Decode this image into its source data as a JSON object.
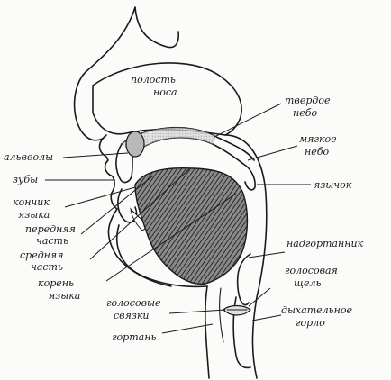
{
  "labels": {
    "nasal_cavity": [
      "полость",
      "носа"
    ],
    "hard_palate": [
      "твердое",
      "небо"
    ],
    "soft_palate": [
      "мягкое",
      "небо"
    ],
    "alveoli": "альвеолы",
    "teeth": "зубы",
    "uvula": "язычок",
    "tongue_tip": [
      "кончик",
      "языка"
    ],
    "front_part": [
      "передняя",
      "часть"
    ],
    "middle_part": [
      "средняя",
      "часть"
    ],
    "tongue_root": [
      "корень",
      "языка"
    ],
    "epiglottis": "надгортанник",
    "glottis": [
      "голосовая",
      "щель"
    ],
    "vocal_cords": [
      "голосовые",
      "связки"
    ],
    "windpipe": [
      "дыхательное",
      "горло"
    ],
    "larynx": "гортань"
  }
}
